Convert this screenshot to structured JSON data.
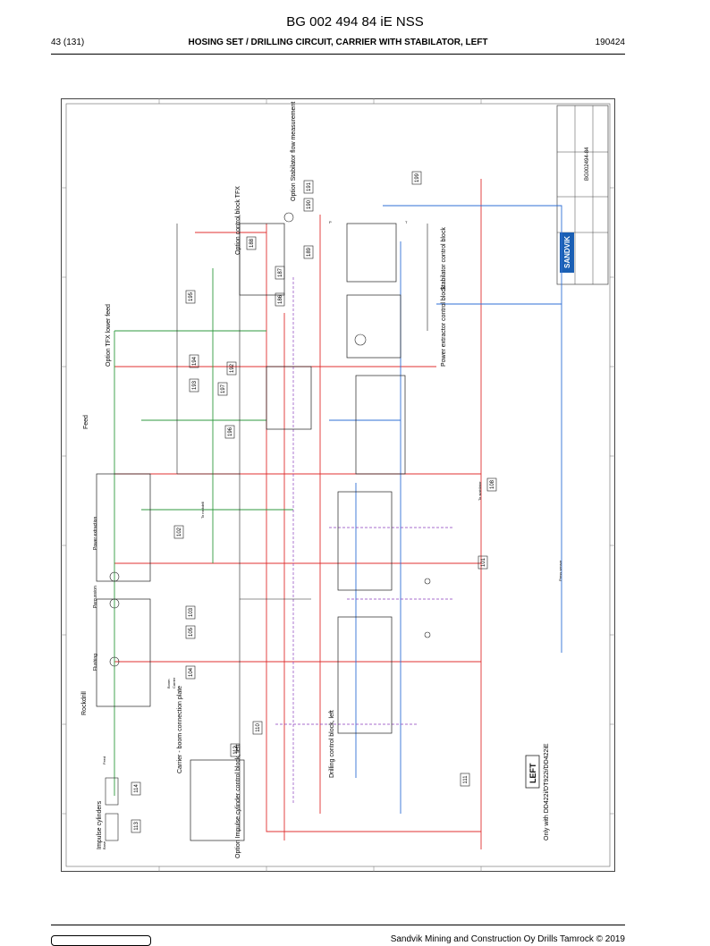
{
  "document": {
    "id": "BG 002 494 84 iE NSS",
    "page": "43 (131)",
    "title": "HOSING SET / DRILLING CIRCUIT, CARRIER WITH STABILATOR, LEFT",
    "date": "190424",
    "footer_text": "Sandvik Mining and Construction Oy Drills Tamrock © 2019"
  },
  "diagram": {
    "headings": {
      "stabilator_flow": "Option Stabilator flow measurement",
      "control_block_tfx": "Option control block TFX",
      "stabilator_control_block": "Stabilator control block",
      "tfx_lower_feed": "Option TFX lower feed",
      "feed": "Feed",
      "power_extractor": "Power extractor control block",
      "rockdrill": "Rockdrill",
      "flushing": "Flushing",
      "percussion": "Percussion",
      "power_extraction": "Power extraction",
      "carrier_boom": "Carrier - boom connection plate",
      "drilling_control": "Drilling control block, left",
      "impulse_control": "Option Impulse cylinder control block, left",
      "impulse_cylinders": "Impulse cylinders",
      "left_box": "LEFT",
      "only_with": "Only with DD422i/DT922i/DD422iE",
      "sandvik": "SANDVIK",
      "drawing_no": "BG002494-84"
    },
    "callouts": [
      "199",
      "190",
      "191",
      "189",
      "188",
      "195",
      "187",
      "186",
      "194",
      "193",
      "192",
      "197",
      "196",
      "108",
      "103",
      "102",
      "101",
      "105",
      "104",
      "110",
      "112",
      "111",
      "114",
      "113"
    ],
    "labels": {
      "to_stabilator": "To stabilator",
      "to_rockdrill": "To rockdrill",
      "press": "Press sensor",
      "bottom": "Boom",
      "carrier": "Carrier",
      "base": "Base",
      "feed_label": "Feed",
      "pp": "P",
      "tt": "T"
    }
  }
}
